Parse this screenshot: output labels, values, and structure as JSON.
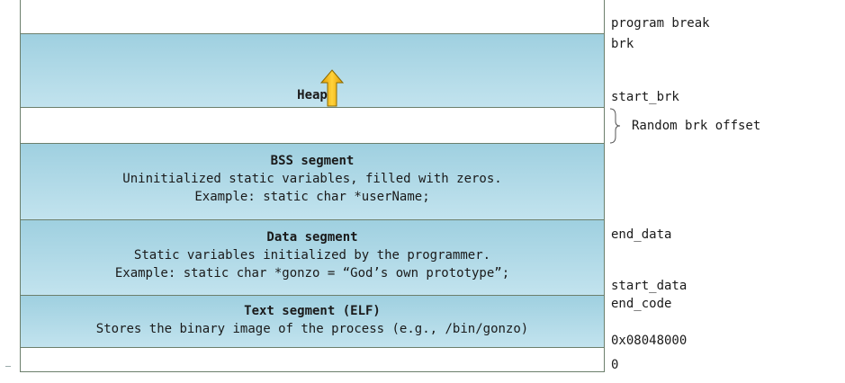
{
  "segments": {
    "top_empty": {},
    "heap": {
      "title": "Heap"
    },
    "random_gap": {},
    "bss": {
      "title": "BSS segment",
      "line1": "Uninitialized static variables, filled with zeros.",
      "line2": "Example: static char *userName;"
    },
    "data": {
      "title": "Data segment",
      "line1": "Static variables initialized by the programmer.",
      "line2": "Example: static char *gonzo = “God’s own prototype”;"
    },
    "text": {
      "title": "Text segment (ELF)",
      "line1": "Stores the binary image of the process (e.g., /bin/gonzo)"
    },
    "bottom_empty": {}
  },
  "labels": {
    "program_break": "program break",
    "brk": "brk",
    "start_brk": "start_brk",
    "random_offset": "Random brk offset",
    "end_data": "end_data",
    "start_data": "start_data",
    "end_code": "end_code",
    "text_base": "0x08048000",
    "zero": "0"
  },
  "colors": {
    "segment_fill": "#9fd0e0",
    "border": "#6c7f6c",
    "arrow_fill": "#f5b400"
  },
  "icons": {
    "heap_growth": "up-arrow-icon",
    "offset_brace": "right-brace-icon"
  }
}
